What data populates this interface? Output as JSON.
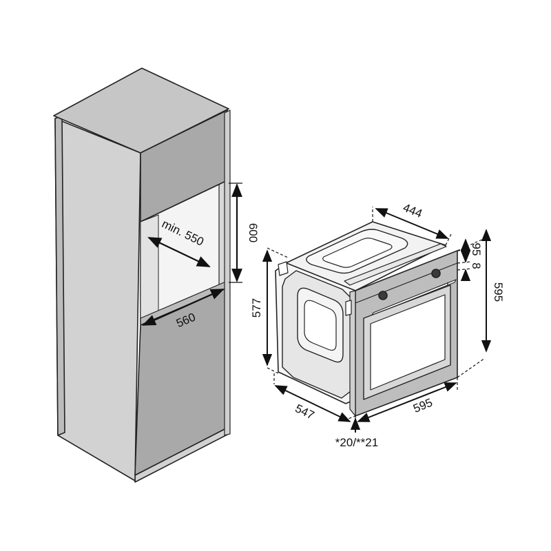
{
  "colors": {
    "cabinet_front": "#a9a9a9",
    "cabinet_side": "#d2d2d2",
    "cabinet_top": "#c6c6c6",
    "niche_back": "#f4f4f4",
    "oven_front": "#bdbdbd",
    "oven_glass": "#ffffff",
    "outline": "#222222",
    "dimension_line": "#111111"
  },
  "dimensions": {
    "niche_depth": "min. 550",
    "niche_height": "600",
    "niche_width": "560",
    "oven_depth_top": "444",
    "oven_height_body": "577",
    "oven_depth_body": "547",
    "oven_width": "595",
    "oven_height": "595",
    "panel_height": "95",
    "panel_offset": "8",
    "front_offset": "*20/**21"
  }
}
